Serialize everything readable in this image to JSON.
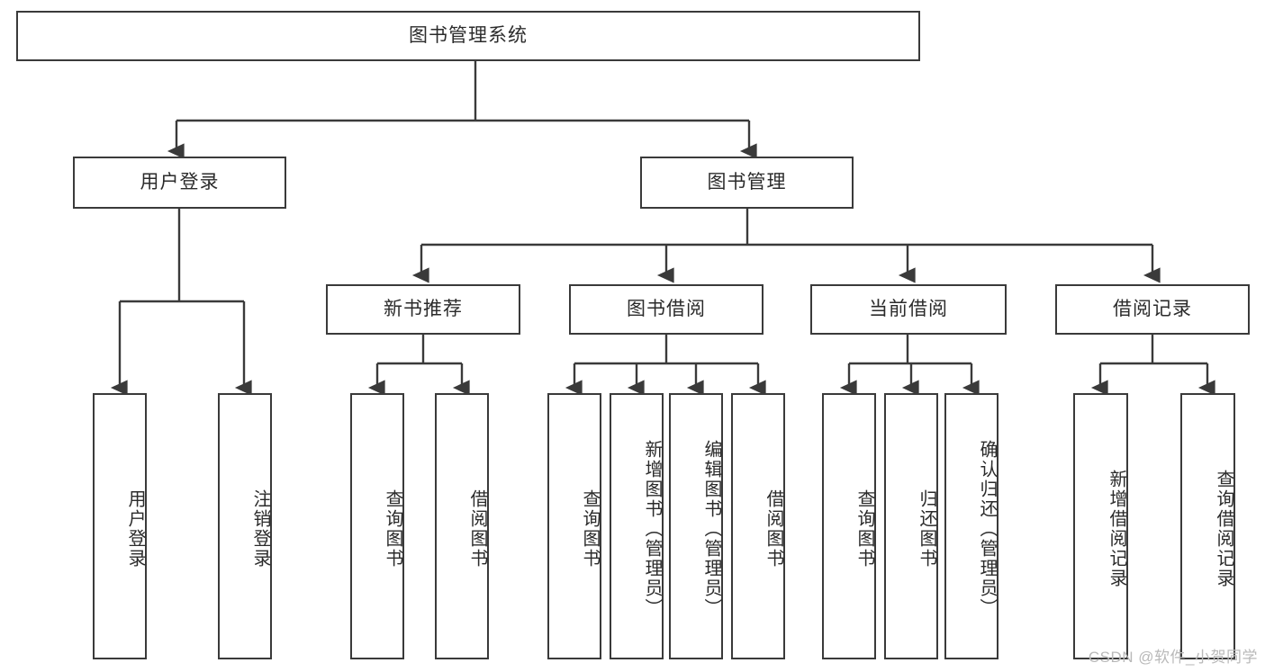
{
  "diagram": {
    "type": "tree",
    "title": "图书管理系统",
    "watermark": "CSDN @软件_小贺同学",
    "colors": {
      "stroke": "#3a3a3a",
      "fill": "#ffffff",
      "text": "#2b2b2b",
      "watermark": "#b9b9b9"
    },
    "levels": {
      "root": {
        "label": "图书管理系统"
      },
      "level2": [
        {
          "id": "user-login",
          "label": "用户登录"
        },
        {
          "id": "book-mgmt",
          "label": "图书管理"
        }
      ],
      "level3": [
        {
          "id": "new-book-rec",
          "label": "新书推荐",
          "parent": "book-mgmt"
        },
        {
          "id": "book-borrow",
          "label": "图书借阅",
          "parent": "book-mgmt"
        },
        {
          "id": "current-borrow",
          "label": "当前借阅",
          "parent": "book-mgmt"
        },
        {
          "id": "borrow-record",
          "label": "借阅记录",
          "parent": "book-mgmt"
        }
      ],
      "leaves": [
        {
          "id": "leaf-user-login",
          "label": "用户登录",
          "parent": "user-login"
        },
        {
          "id": "leaf-user-logout",
          "label": "注销登录",
          "parent": "user-login"
        },
        {
          "id": "leaf-query-book-1",
          "label": "查询图书",
          "parent": "new-book-rec"
        },
        {
          "id": "leaf-borrow-book-1",
          "label": "借阅图书",
          "parent": "new-book-rec"
        },
        {
          "id": "leaf-query-book-2",
          "label": "查询图书",
          "parent": "book-borrow"
        },
        {
          "id": "leaf-add-book",
          "label": "新增图书（管理员）",
          "parent": "book-borrow"
        },
        {
          "id": "leaf-edit-book",
          "label": "编辑图书（管理员）",
          "parent": "book-borrow"
        },
        {
          "id": "leaf-borrow-book-2",
          "label": "借阅图书",
          "parent": "book-borrow"
        },
        {
          "id": "leaf-query-book-3",
          "label": "查询图书",
          "parent": "current-borrow"
        },
        {
          "id": "leaf-return-book",
          "label": "归还图书",
          "parent": "current-borrow"
        },
        {
          "id": "leaf-confirm-return",
          "label": "确认归还（管理员）",
          "parent": "current-borrow"
        },
        {
          "id": "leaf-add-record",
          "label": "新增借阅记录",
          "parent": "borrow-record"
        },
        {
          "id": "leaf-query-record",
          "label": "查询借阅记录",
          "parent": "borrow-record"
        }
      ]
    }
  }
}
